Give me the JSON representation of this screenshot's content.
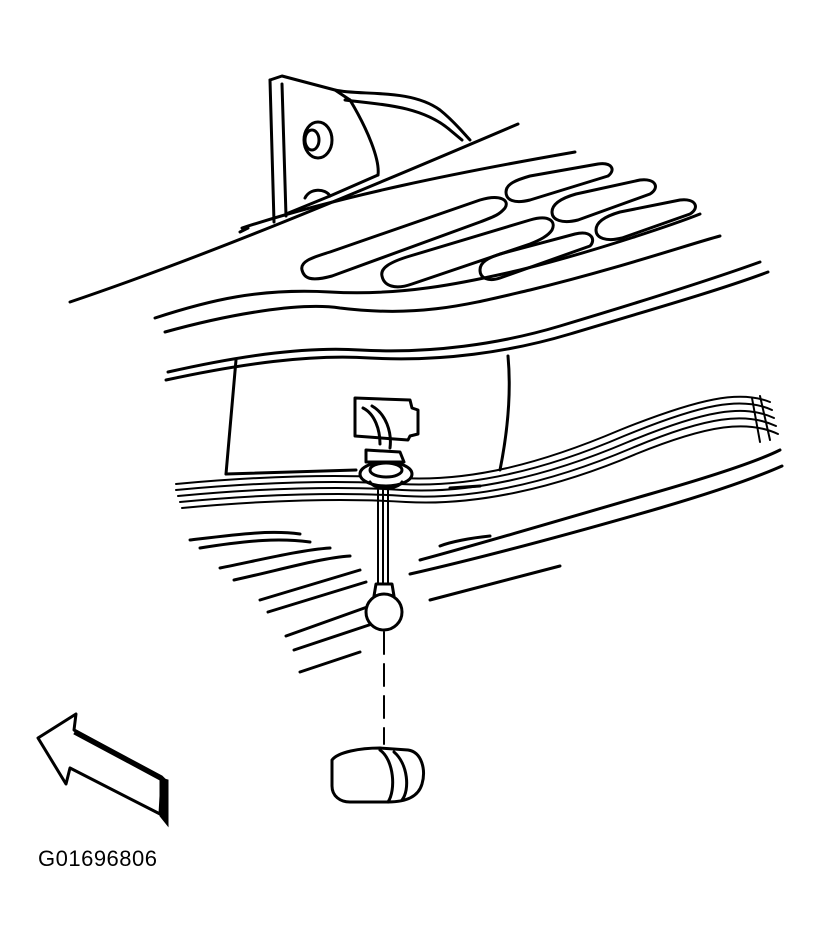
{
  "figure": {
    "id_label": "G01696806"
  },
  "parts": [
    {
      "name": "housing-bracket"
    },
    {
      "name": "bulb-socket"
    },
    {
      "name": "wiring-harness"
    },
    {
      "name": "lamp-bulb"
    },
    {
      "name": "lens-cap"
    },
    {
      "name": "direction-arrow"
    }
  ],
  "colors": {
    "line": "#000000",
    "background": "#ffffff"
  }
}
